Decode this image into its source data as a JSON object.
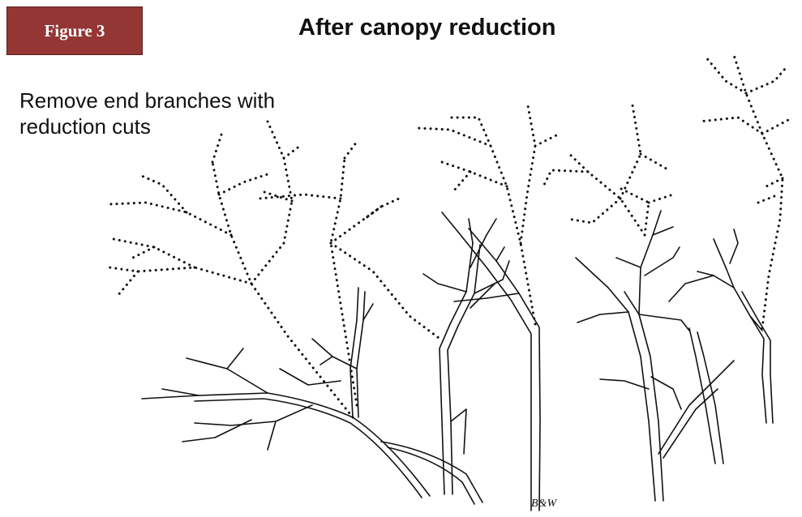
{
  "figure_label": "Figure 3",
  "title": "After canopy reduction",
  "caption": {
    "line1": "Remove end branches with",
    "line2": "reduction cuts"
  },
  "signature": "B&W",
  "colors": {
    "badge": "#943634",
    "badge_text": "#ffffff",
    "ink": "#111111"
  }
}
